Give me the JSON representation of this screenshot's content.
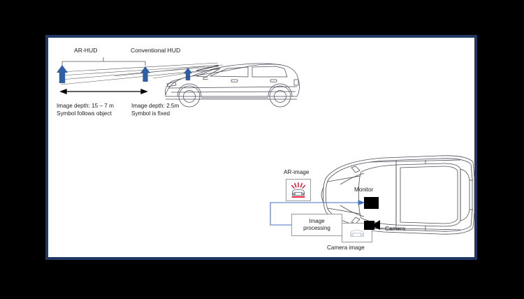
{
  "figure": {
    "title": "AR-HUD versus Conventional HUD concept diagram",
    "frame_border_color": "#1F3864",
    "background_color": "#000000",
    "panel_color": "#FFFFFF",
    "arrow_color": "#2E5FA3",
    "flow_line_color": "#4472C4",
    "accent_red": "#E8112D"
  },
  "top_scene": {
    "label_ar_hud": "AR-HUD",
    "label_conventional_hud": "Conventional HUD",
    "caption_left_line1": "Image depth: 15 – 7 m",
    "caption_left_line2": "Symbol follows object",
    "caption_right_line1": "Image depth: 2.5m",
    "caption_right_line2": "Symbol is fixed",
    "symbols": [
      {
        "name": "ar-hud-symbol-near",
        "depth_m": 15
      },
      {
        "name": "ar-hud-symbol-mid",
        "depth_m": 7
      },
      {
        "name": "conventional-hud-symbol",
        "depth_m": 2.5
      }
    ],
    "vehicle": "side-view-station-wagon"
  },
  "bottom_scene": {
    "label_ar_image": "AR-image",
    "label_monitor": "Monitor",
    "label_image_processing_line1": "Image",
    "label_image_processing_line2": "processing",
    "label_camera": "Camera",
    "label_camera_image": "Camera image",
    "vehicle": "top-view-car",
    "flow": [
      {
        "from": "camera",
        "to": "image-processing"
      },
      {
        "from": "image-processing",
        "to": "monitor"
      }
    ]
  }
}
